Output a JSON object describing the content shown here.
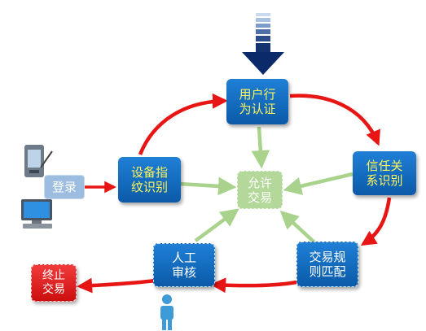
{
  "nodes": {
    "user_behavior_auth": "用户行为认证",
    "trust_relation": "信任关系识别",
    "device_fingerprint": "设备指纹识别",
    "allow_trade": "允许交易",
    "trade_rule_match": "交易规则匹配",
    "manual_review": "人工审核",
    "stop_trade": "终止交易",
    "login": "登录"
  },
  "colors": {
    "node_blue": "#1473c9",
    "node_text_yellow": "#fff35a",
    "center_green": "#b4d89a",
    "arrow_green": "#a9d38c",
    "arrow_red": "#e81515",
    "arrow_navy": "#0a2a6a",
    "stop_red": "#e42020"
  },
  "icons": [
    "pda-icon",
    "desktop-computer-icon",
    "person-icon",
    "input-stream-arrow-icon"
  ]
}
